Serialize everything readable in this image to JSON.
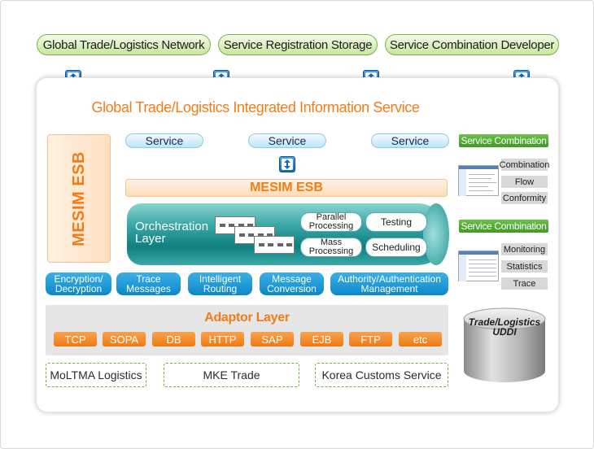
{
  "top_nodes": [
    {
      "label": "Global Trade/Logistics Network"
    },
    {
      "label": "Service Registration Storage"
    },
    {
      "label": "Service Combination Developer"
    }
  ],
  "main_title": "Global Trade/Logistics Integrated Information Service",
  "esb_vertical": "MESIM ESB",
  "services": [
    "Service",
    "Service",
    "Service"
  ],
  "esb_bar": "MESIM ESB",
  "orchestration": {
    "label_line1": "Orchestration",
    "label_line2": "Layer",
    "buttons": [
      {
        "line1": "Parallel",
        "line2": "Processing"
      },
      {
        "line1": "Testing",
        "line2": ""
      },
      {
        "line1": "Mass",
        "line2": "Processing"
      },
      {
        "line1": "Scheduling",
        "line2": ""
      }
    ]
  },
  "blue_boxes": [
    {
      "line1": "Encryption/",
      "line2": "Decryption"
    },
    {
      "line1": "Trace",
      "line2": "Messages"
    },
    {
      "line1": "Intelligent",
      "line2": "Routing"
    },
    {
      "line1": "Message",
      "line2": "Conversion"
    },
    {
      "line1": "Authority/Authentication",
      "line2": "Management"
    }
  ],
  "adaptor": {
    "title": "Adaptor Layer",
    "items": [
      "TCP",
      "SOPA",
      "DB",
      "HTTP",
      "SAP",
      "EJB",
      "FTP",
      "etc"
    ]
  },
  "bottom_boxes": [
    "MoLTMA Logistics",
    "MKE Trade",
    "Korea Customs Service"
  ],
  "service_combination_1": {
    "header": "Service Combination",
    "items": [
      "Combination",
      "Flow",
      "Conformity"
    ]
  },
  "service_combination_2": {
    "header": "Service Combination",
    "items": [
      "Monitoring",
      "Statistics",
      "Trace"
    ]
  },
  "uddi": {
    "line1": "Trade/Logistics",
    "line2": "UDDI"
  },
  "colors": {
    "accent_orange": "#f07d1a",
    "teal": "#0f7f80",
    "blue": "#0d88c8",
    "green": "#3f9a26"
  }
}
